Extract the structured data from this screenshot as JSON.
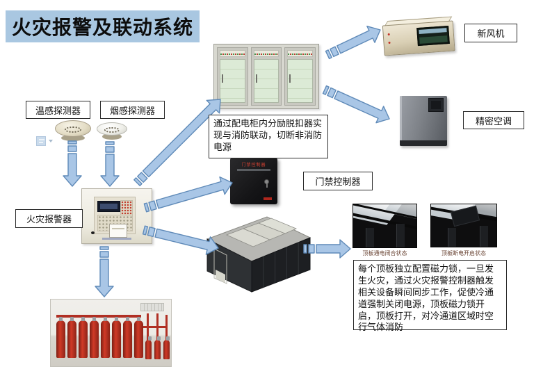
{
  "title": "火灾报警及联动系统",
  "labels": {
    "temp_detector": "温感探测器",
    "smoke_detector": "烟感探测器",
    "fire_alarm_panel": "火灾报警器",
    "door_controller": "门禁控制器",
    "fresh_air_unit": "新风机",
    "precision_ac": "精密空调"
  },
  "device_texts": {
    "door_controller_title": "门禁控制器"
  },
  "notes": {
    "power_linkage": "通过配电柜内分励脱扣器实现与消防联动，切断非消防电源",
    "magnetic_lock": "每个顶板独立配置磁力锁，一旦发生火灾，通过火灾报警控制器触发相关设备瞬间同步工作，促使冷通道强制关闭电源，顶板磁力锁开启，顶板打开，对冷通道区域时空行气体消防"
  },
  "photo_captions": {
    "closed": "顶板通电闭合状态",
    "open": "顶板断电开启状态"
  },
  "colors": {
    "title_bg": "#a9c7e1",
    "arrow_fill": "#a9c6e6",
    "arrow_stroke": "#5f8ab8"
  }
}
